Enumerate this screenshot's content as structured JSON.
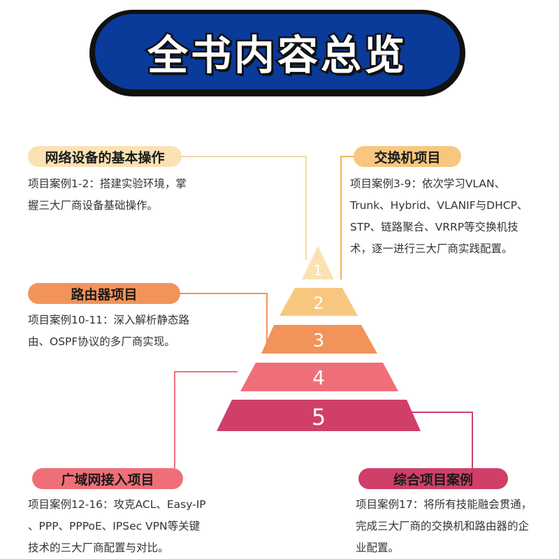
{
  "title": "全书内容总览",
  "colors": {
    "banner_outer": "#111111",
    "banner_inner": "#0a3a9a",
    "level1": "#fbe2b4",
    "level2": "#f8c77f",
    "level3": "#f2935a",
    "level4": "#ef6f79",
    "level5": "#cf3f68"
  },
  "levels": [
    "1",
    "2",
    "3",
    "4",
    "5"
  ],
  "sections": {
    "network_devices": {
      "heading": "网络设备的基本操作",
      "lines": [
        "项目案例1-2：搭建实验环境，掌",
        "握三大厂商设备基础操作。"
      ]
    },
    "switch": {
      "heading": "交换机项目",
      "lines": [
        "项目案例3-9：依次学习VLAN、",
        "Trunk、Hybrid、VLANIF与DHCP、",
        "STP、链路聚合、VRRP等交换机技",
        "术，逐一进行三大厂商实践配置。"
      ]
    },
    "router": {
      "heading": "路由器项目",
      "lines": [
        "项目案例10-11：深入解析静态路",
        "由、OSPF协议的多厂商实现。"
      ]
    },
    "wan": {
      "heading": "广域网接入项目",
      "lines": [
        "项目案例12-16：攻克ACL、Easy-IP",
        "、PPP、PPPoE、IPSec VPN等关键",
        "技术的三大厂商配置与对比。"
      ]
    },
    "integrated": {
      "heading": "综合项目案例",
      "lines": [
        "项目案例17：将所有技能融会贯通，",
        "完成三大厂商的交换机和路由器的企",
        "业配置。"
      ]
    }
  }
}
